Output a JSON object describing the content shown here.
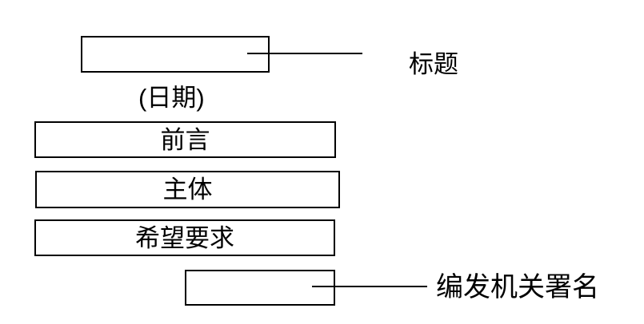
{
  "diagram": {
    "background_color": "#ffffff",
    "ink_color": "#000000",
    "title_box_text": "",
    "title_callout_label": "标题",
    "date_label": "(日期)",
    "preface_box_label": "前言",
    "body_box_label": "主体",
    "expectations_box_label": "希望要求",
    "signature_box_text": "",
    "signature_callout_label": "编发机关署名"
  }
}
